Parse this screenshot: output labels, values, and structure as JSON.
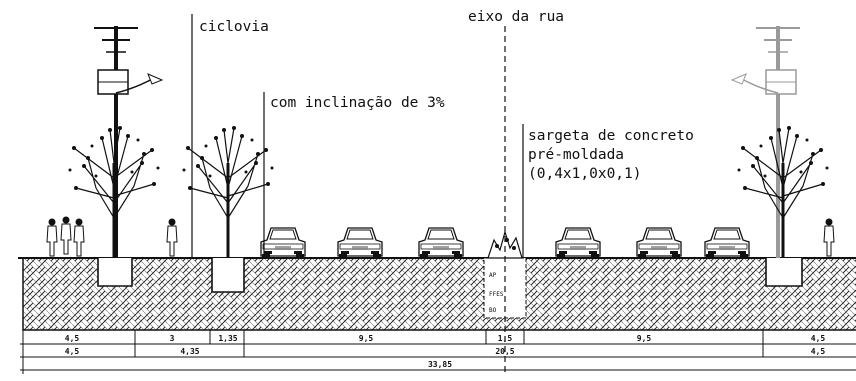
{
  "labels": {
    "ciclovia": "ciclovia",
    "eixo": "eixo da rua",
    "inclinacao": "com inclinação de 3%",
    "sarjeta_1": "sargeta de concreto",
    "sarjeta_2": "pré-moldada",
    "sarjeta_3": "(0,4x1,0x0,1)"
  },
  "median_marks": [
    "AP",
    "FFES",
    "BO"
  ],
  "dimensions": {
    "row1": [
      "4,5",
      "3",
      "1,35",
      "9,5",
      "1,5",
      "9,5",
      "4,5"
    ],
    "row2": [
      "4,5",
      "4,35",
      "20,5",
      "4,5"
    ],
    "total": "33,85"
  },
  "colors": {
    "ink": "#111111",
    "hatch": "#222222",
    "ghost_pole": "#9a9a9a"
  }
}
